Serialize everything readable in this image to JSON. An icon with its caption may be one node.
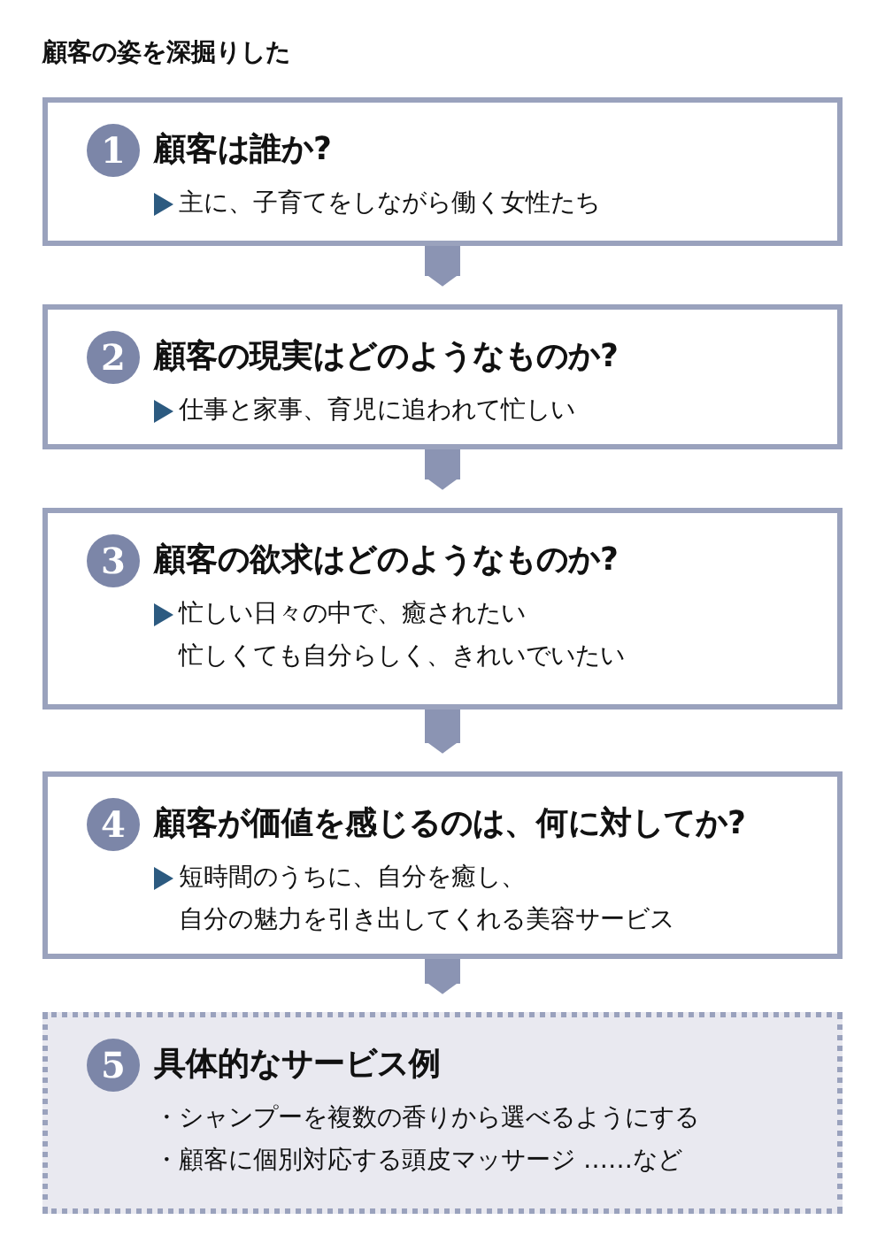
{
  "diagram": {
    "title": "顧客の姿を深掘りした",
    "nodes": [
      {
        "text": [
          "1",
          "顧客は誰か?",
          "主に、子育てをしながら働く女性たち"
        ]
      },
      {
        "text": [
          "2",
          "顧客の現実はどのようなものか?",
          "仕事と家事、育児に追われて忙しい"
        ]
      },
      {
        "text": [
          "3",
          "顧客の欲求はどのようなものか?",
          "忙しい日々の中で、癒されたい",
          "忙しくても自分らしく、きれいでいたい"
        ]
      },
      {
        "text": [
          "4",
          "顧客が価値を感じるのは、何に対してか?",
          "短時間のうちに、自分を癒し、",
          "自分の魅力を引き出してくれる美容サービス"
        ]
      },
      {
        "text": [
          "5",
          "具体的なサービス例",
          "・シャンプーを複数の香りから選べるようにする",
          "・顧客に個別対応する頭皮マッサージ ……など"
        ]
      }
    ],
    "edges": [
      {
        "from": 0,
        "to": 1,
        "arrow": "to"
      },
      {
        "from": 1,
        "to": 2,
        "arrow": "to"
      },
      {
        "from": 2,
        "to": 3,
        "arrow": "to"
      },
      {
        "from": 3,
        "to": 4,
        "arrow": "to"
      }
    ]
  }
}
